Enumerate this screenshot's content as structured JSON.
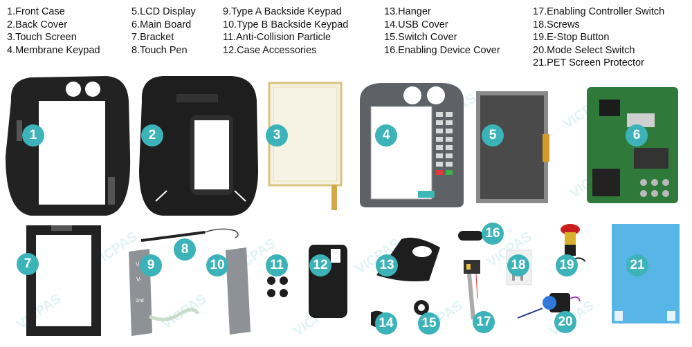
{
  "legend": {
    "col1": [
      "1.Front Case",
      "2.Back Cover",
      "3.Touch Screen",
      "4.Membrane Keypad"
    ],
    "col2": [
      "5.LCD Display",
      "6.Main Board",
      "7.Bracket",
      "8.Touch Pen"
    ],
    "col3": [
      "9.Type A Backside Keypad",
      "10.Type B Backside Keypad",
      "11.Anti-Collision Particle",
      "12.Case Accessories"
    ],
    "col4": [
      "13.Hanger",
      "14.USB Cover",
      "15.Switch Cover",
      "16.Enabling Device Cover"
    ],
    "col5": [
      "17.Enabling Controller Switch",
      "18.Screws",
      "19.E-Stop Button",
      "20.Mode Select Switch",
      "21.PET Screen Protector"
    ]
  },
  "badges": [
    "1",
    "2",
    "3",
    "4",
    "5",
    "6",
    "7",
    "8",
    "9",
    "10",
    "11",
    "12",
    "13",
    "14",
    "15",
    "16",
    "17",
    "18",
    "19",
    "20",
    "21"
  ],
  "keypad_labels": {
    "vplus": "V+",
    "vminus": "V-",
    "second": "2nd"
  },
  "watermark": "VICPAS",
  "colors": {
    "badge": "#3cb3b8",
    "case": "#1e1e1e",
    "lcd": "#4a4a4a",
    "board": "#2f7a3a",
    "pet": "#58b6e6"
  }
}
